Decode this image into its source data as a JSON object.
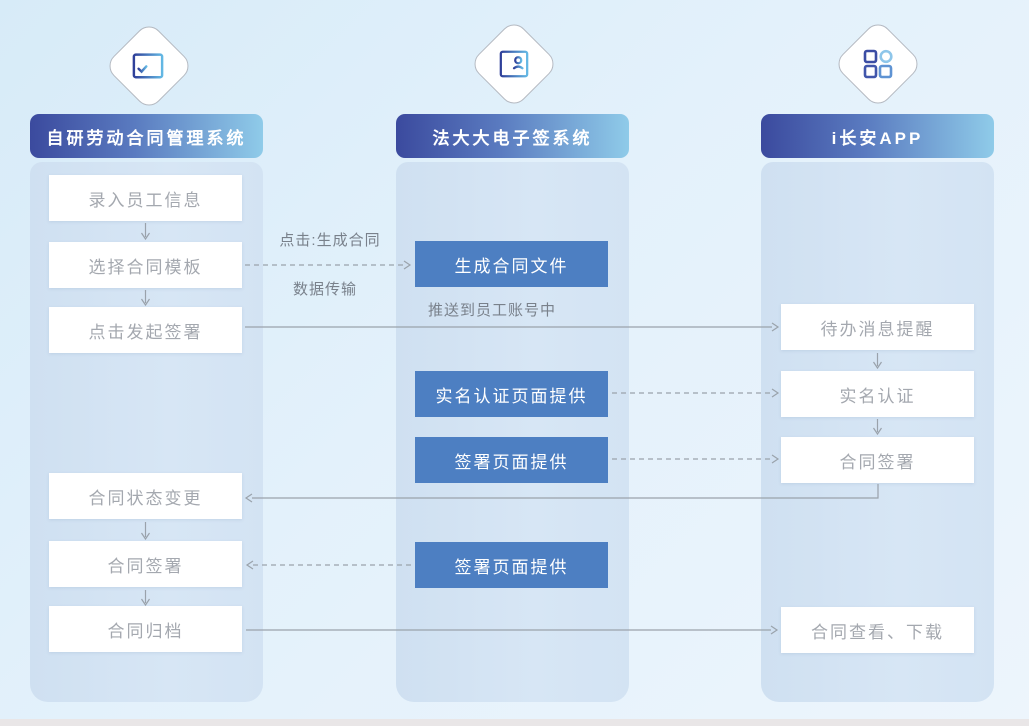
{
  "page": {
    "background_top": "#d7ebf8",
    "background_bottom": "#edf5fc",
    "footer_strip_color": "#e9e6e7"
  },
  "colors": {
    "header_gradient_start": "#3b4a9e",
    "header_gradient_end": "#8fcbe9",
    "panel_fill": "#d3e3f3",
    "blue_box_fill": "#4d7fc2",
    "white_box_text": "#a4a8af",
    "label_text": "#79818b",
    "connector_line": "#9aa2ab"
  },
  "columns": [
    {
      "icon": "calendar-check-icon",
      "header": "自研劳动合同管理系统",
      "steps": [
        "录入员工信息",
        "选择合同模板",
        "点击发起签署",
        "合同状态变更",
        "合同签署",
        "合同归档"
      ]
    },
    {
      "icon": "id-card-icon",
      "header": "法大大电子签系统",
      "steps": [
        "生成合同文件",
        "实名认证页面提供",
        "签署页面提供",
        "签署页面提供"
      ]
    },
    {
      "icon": "app-grid-icon",
      "header": "i长安APP",
      "steps": [
        "待办消息提醒",
        "实名认证",
        "合同签署",
        "合同查看、下载"
      ]
    }
  ],
  "labels": {
    "click_generate": "点击:生成合同",
    "data_transfer": "数据传输",
    "push_to_account": "推送到员工账号中"
  }
}
